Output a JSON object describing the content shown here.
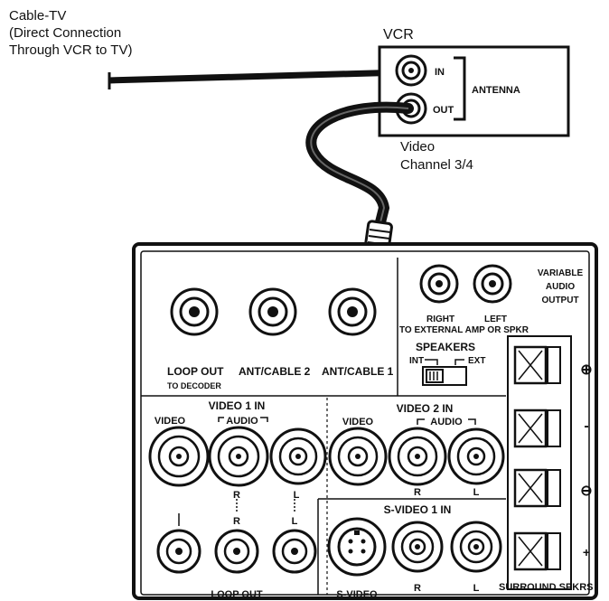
{
  "cable_source": {
    "line1": "Cable-TV",
    "line2": "(Direct Connection",
    "line3": "Through VCR to TV)"
  },
  "vcr": {
    "title": "VCR",
    "in_label": "IN",
    "out_label": "OUT",
    "antenna_label": "ANTENNA",
    "output_line1": "Video",
    "output_line2": "Channel 3/4"
  },
  "tv_panel": {
    "variable_audio": [
      "VARIABLE",
      "AUDIO",
      "OUTPUT"
    ],
    "right_label": "RIGHT",
    "left_label": "LEFT",
    "to_external": "TO EXTERNAL AMP OR SPKR",
    "speakers_title": "SPEAKERS",
    "int_label": "INT",
    "ext_label": "EXT",
    "loop_out_label": "LOOP OUT",
    "to_decoder_label": "TO DECODER",
    "ant_cable2_label": "ANT/CABLE 2",
    "ant_cable1_label": "ANT/CABLE 1",
    "video1_in_title": "VIDEO 1 IN",
    "video1_video_label": "VIDEO",
    "video1_audio_label": "AUDIO",
    "video1_r_label": "R",
    "video1_l_label": "L",
    "video2_in_title": "VIDEO 2 IN",
    "video2_video_label": "VIDEO",
    "video2_audio_label": "AUDIO",
    "video2_r_label": "R",
    "video2_l_label": "L",
    "loop_r_label": "R",
    "loop_l_label": "L",
    "loop_out_bottom": "LOOP OUT",
    "svideo1_in_title": "S-VIDEO 1 IN",
    "svideo_label": "S-VIDEO",
    "svideo_r_label": "R",
    "svideo_l_label": "L",
    "surround_spkrs": "SURROUND SPKRS",
    "plus_circled": "⊕",
    "minus_mark": "-",
    "minus_circled": "⊖",
    "plus_mark": "+"
  }
}
